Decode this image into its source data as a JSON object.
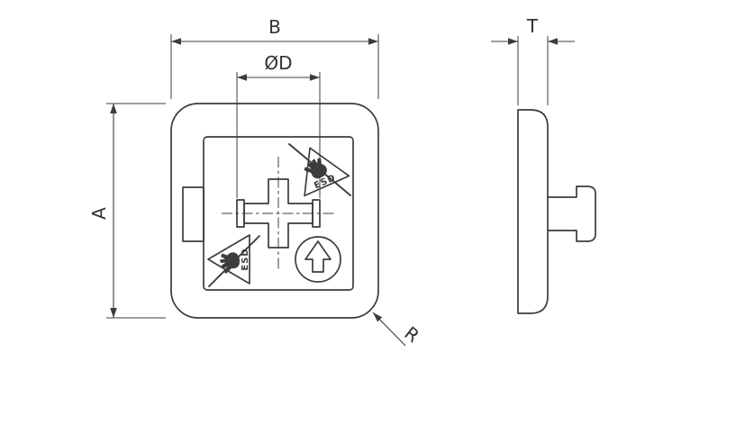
{
  "drawing": {
    "line_color": "#3c3c3c",
    "background_color": "#ffffff"
  },
  "dimensions": {
    "width": "B",
    "bore_diameter": "ØD",
    "height": "A",
    "thickness": "T",
    "corner_radius": "R"
  },
  "symbols": {
    "esd": "ESD"
  }
}
